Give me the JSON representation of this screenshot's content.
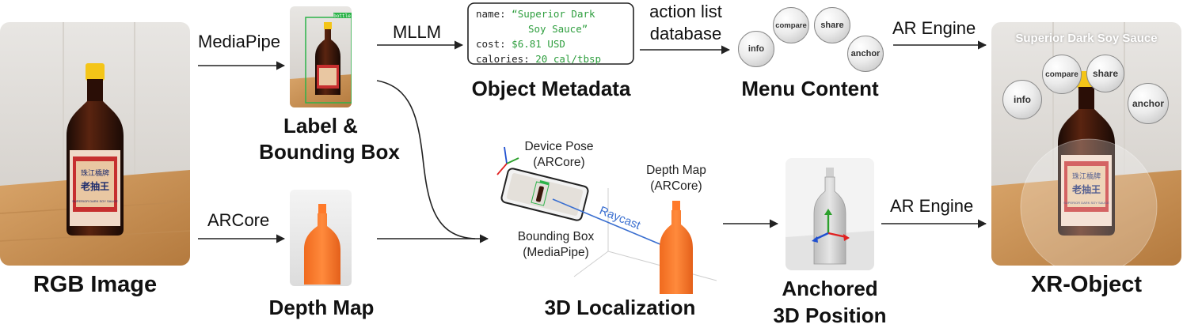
{
  "stages": {
    "rgb_image": "RGB Image",
    "label_bbox_line1": "Label &",
    "label_bbox_line2": "Bounding Box",
    "depth_map": "Depth Map",
    "object_metadata": "Object Metadata",
    "menu_content": "Menu Content",
    "localization": "3D Localization",
    "anchored_line1": "Anchored",
    "anchored_line2": "3D Position",
    "xr_object": "XR-Object"
  },
  "edges": {
    "mediapipe": "MediaPipe",
    "arcore": "ARCore",
    "mllm": "MLLM",
    "action_list_line1": "action list",
    "action_list_line2": "database",
    "ar_engine_top": "AR Engine",
    "ar_engine_bottom": "AR Engine"
  },
  "detection": {
    "class_label": "bottle"
  },
  "metadata": {
    "name_key": "name:",
    "name_value_line1": "“Superior Dark",
    "name_value_line2": "Soy Sauce”",
    "cost_key": "cost:",
    "cost_value": "$6.81 USD",
    "calories_key": "calories:",
    "calories_value": "20 cal/tbsp"
  },
  "menu": {
    "compare": "compare",
    "share": "share",
    "info": "info",
    "anchor": "anchor"
  },
  "localization_labels": {
    "device_pose_line1": "Device Pose",
    "device_pose_line2": "(ARCore)",
    "depth_map_line1": "Depth Map",
    "depth_map_line2": "(ARCore)",
    "raycast": "Raycast",
    "bbox_line1": "Bounding Box",
    "bbox_line2": "(MediaPipe)"
  },
  "xr_overlay": {
    "title": "Superior Dark Soy Sauce",
    "compare": "compare",
    "share": "share",
    "info": "info",
    "anchor": "anchor"
  },
  "bottle_label": {
    "chinese_line1": "珠江橋牌",
    "chinese_line2": "老抽王",
    "english": "SUPERIOR DARK SOY SAUCE"
  },
  "colors": {
    "accent_green": "#2e9e3e",
    "depth_orange": "#ff7a2a",
    "raycast_blue": "#3a6fd0",
    "axis_red": "#e02020",
    "axis_green": "#2ca02c",
    "axis_blue": "#2050d0"
  }
}
